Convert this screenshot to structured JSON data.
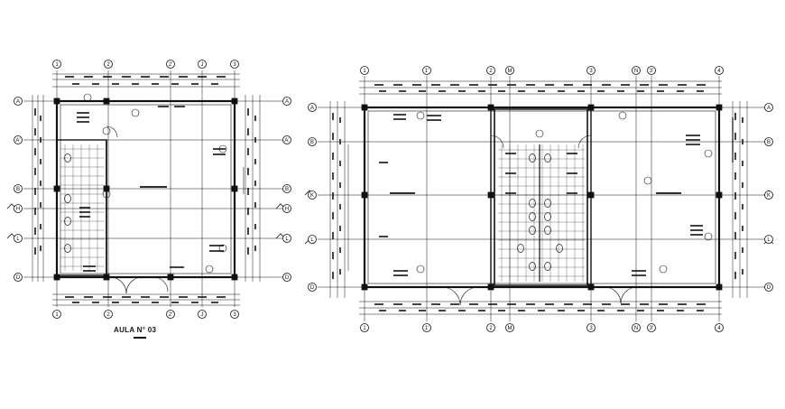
{
  "drawing": {
    "title": "AULA N° 03",
    "line_color": "#111111",
    "background": "#ffffff"
  },
  "plan_left": {
    "grid_columns": [
      "1",
      "2",
      "2'",
      "J",
      "3"
    ],
    "grid_rows": [
      "A",
      "A'",
      "B",
      "H",
      "L",
      "D"
    ]
  },
  "plan_right": {
    "grid_columns": [
      "1",
      "1'",
      "2",
      "M",
      "3",
      "N",
      "3'",
      "4"
    ],
    "grid_rows": [
      "A",
      "B",
      "K",
      "L",
      "D"
    ]
  }
}
